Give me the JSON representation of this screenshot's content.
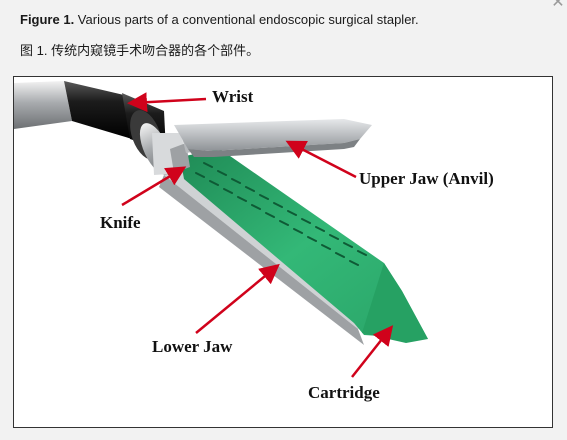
{
  "caption": {
    "figure_number": "Figure 1.",
    "text_en": " Various parts of a conventional endoscopic surgical stapler.",
    "text_zh": "图 1. 传统内窥镜手术吻合器的各个部件。"
  },
  "figure": {
    "labels": {
      "wrist": "Wrist",
      "upper_jaw": "Upper Jaw (Anvil)",
      "knife": "Knife",
      "lower_jaw": "Lower Jaw",
      "cartridge": "Cartridge"
    },
    "colors": {
      "cartridge_green": "#2ea66a",
      "arrow_red": "#d0021b",
      "metal": "#b5b8bb",
      "shaft_dark": "#222222"
    }
  },
  "window": {
    "close_icon": "close-icon"
  }
}
